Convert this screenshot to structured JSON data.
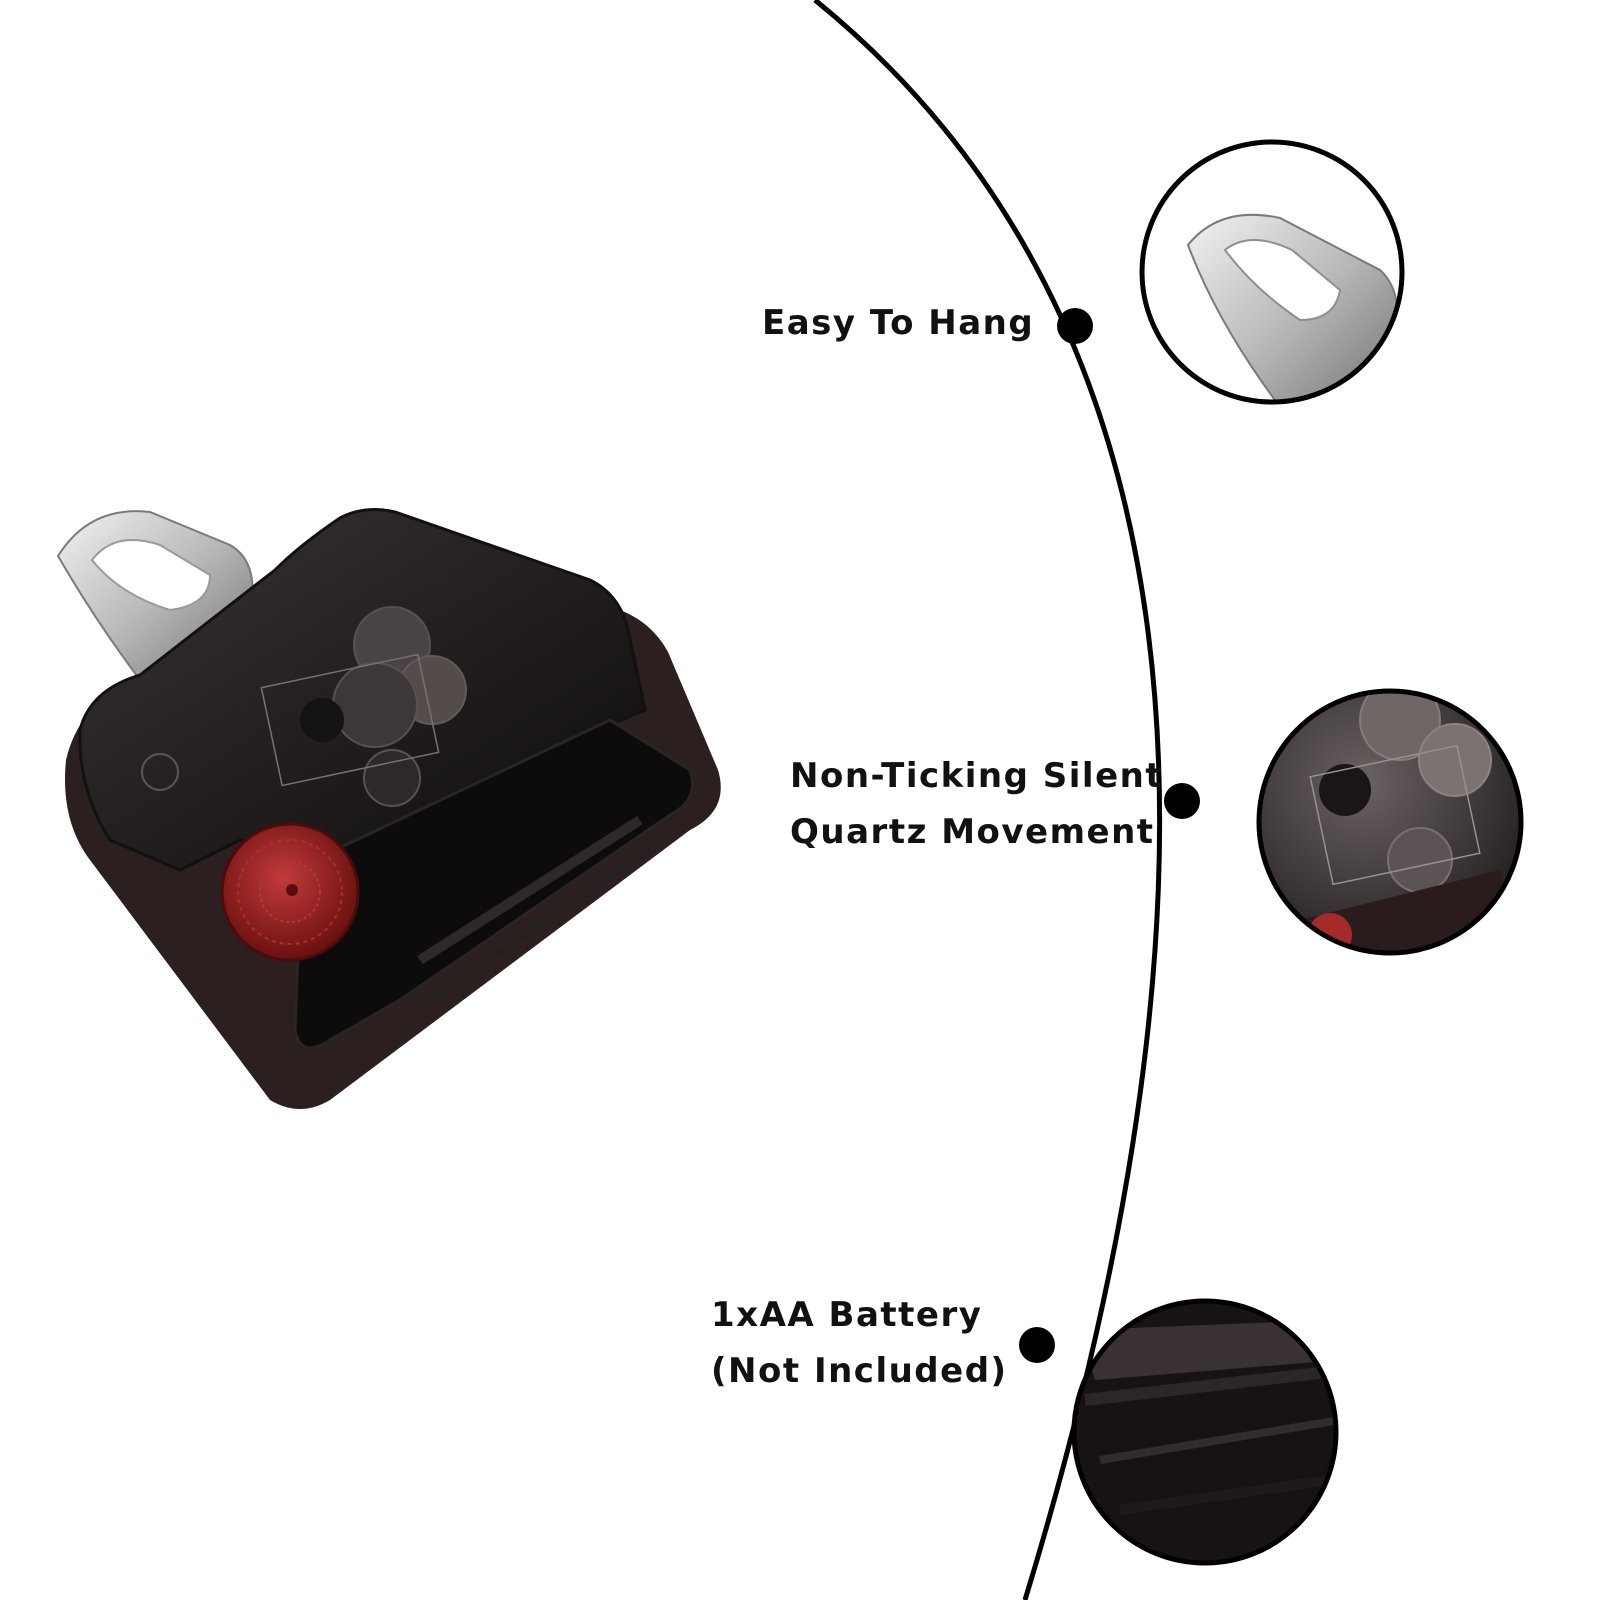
{
  "features": [
    {
      "id": "easy-to-hang",
      "lines": [
        "Easy To Hang"
      ],
      "icon": "hook-hanger-icon"
    },
    {
      "id": "silent-movement",
      "lines": [
        "Non-Ticking Silent",
        "Quartz Movement"
      ],
      "icon": "gear-movement-icon"
    },
    {
      "id": "battery",
      "lines": [
        "1xAA Battery",
        "(Not Included)"
      ],
      "icon": "battery-compartment-icon"
    }
  ],
  "colors": {
    "background": "#ffffff",
    "line": "#000000",
    "text": "#111111",
    "housing": "#2a2525",
    "metal": "#c9c9c9",
    "knob": "#8e1c1c"
  }
}
